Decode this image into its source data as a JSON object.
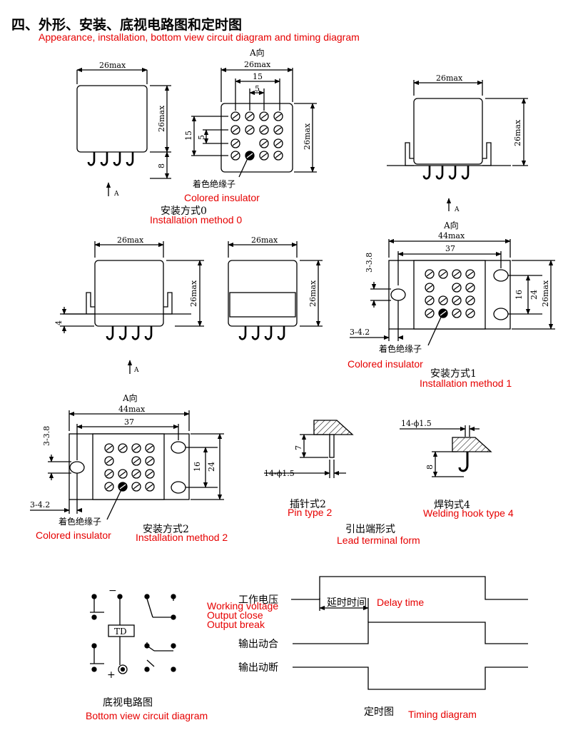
{
  "heading": {
    "cn": "四、外形、安装、底视电路图和定时图",
    "en": "Appearance, installation, bottom view circuit diagram and timing diagram"
  },
  "dims": {
    "d26max": "26max",
    "d44max": "44max",
    "d37": "37",
    "d15": "15",
    "d5": "5",
    "d8": "8",
    "d4": "4",
    "d16": "16",
    "d24": "24",
    "d7": "7",
    "hole_dia": "3-3.8",
    "hole_pos": "3-4.2",
    "pin_dia": "14-ϕ1.5"
  },
  "labels": {
    "a": "A",
    "a_view": "A向",
    "colored_cn": "着色绝缘子",
    "colored_en": "Colored insulator",
    "method0_cn": "安装方式0",
    "method0_en": "Installation method 0",
    "method1_cn": "安装方式1",
    "method1_en": "Installation method 1",
    "method2_cn": "安装方式2",
    "method2_en": "Installation method 2",
    "pin_cn": "插针式2",
    "pin_en": "Pin type 2",
    "hook_cn": "焊钩式4",
    "hook_en": "Welding hook type 4",
    "lead_cn": "引出端形式",
    "lead_en": "Lead terminal form",
    "circuit_cn": "底视电路图",
    "circuit_en": "Bottom view circuit diagram",
    "timing_cn": "定时图",
    "timing_en": "Timing diagram",
    "td": "TD",
    "minus": "−",
    "plus": "+"
  },
  "timing": {
    "work_cn": "工作电压",
    "work_en": "Working voltage",
    "close_cn": "输出动合",
    "close_en": "Output close",
    "break_cn": "输出动断",
    "break_en": "Output break",
    "delay_cn": "延时时间",
    "delay_en": "Delay time"
  }
}
